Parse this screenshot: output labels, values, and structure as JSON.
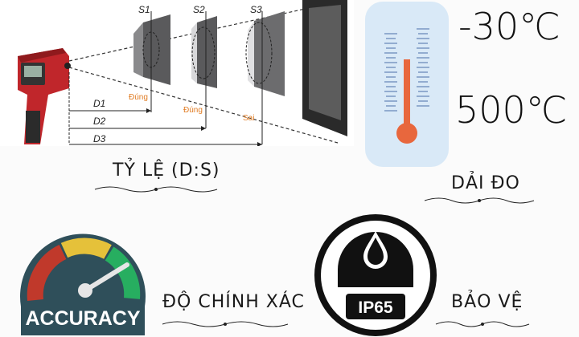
{
  "diagram": {
    "labels": {
      "s1": "S1",
      "s2": "S2",
      "s3": "S3",
      "d1": "D1",
      "d2": "D2",
      "d3": "D3"
    },
    "status": {
      "s1": "Đúng",
      "s2": "Đúng",
      "s3": "Sai"
    }
  },
  "range": {
    "low": "-30℃",
    "high": "500℃"
  },
  "accuracy_badge": {
    "text": "ACCURACY"
  },
  "ip_badge": {
    "text": "IP65"
  },
  "captions": {
    "ratio": "TỶ LỆ (D:S)",
    "range": "DẢI ĐO",
    "accuracy": "ĐỘ CHÍNH XÁC",
    "protection": "BẢO VỆ"
  },
  "colors": {
    "thermo_bg": "#d9e9f7",
    "mercury": "#e8673d",
    "gauge_body": "#2f4f5a",
    "gauge_red": "#c0392b",
    "gauge_yellow": "#e5c13a",
    "gauge_green": "#27ae60"
  }
}
